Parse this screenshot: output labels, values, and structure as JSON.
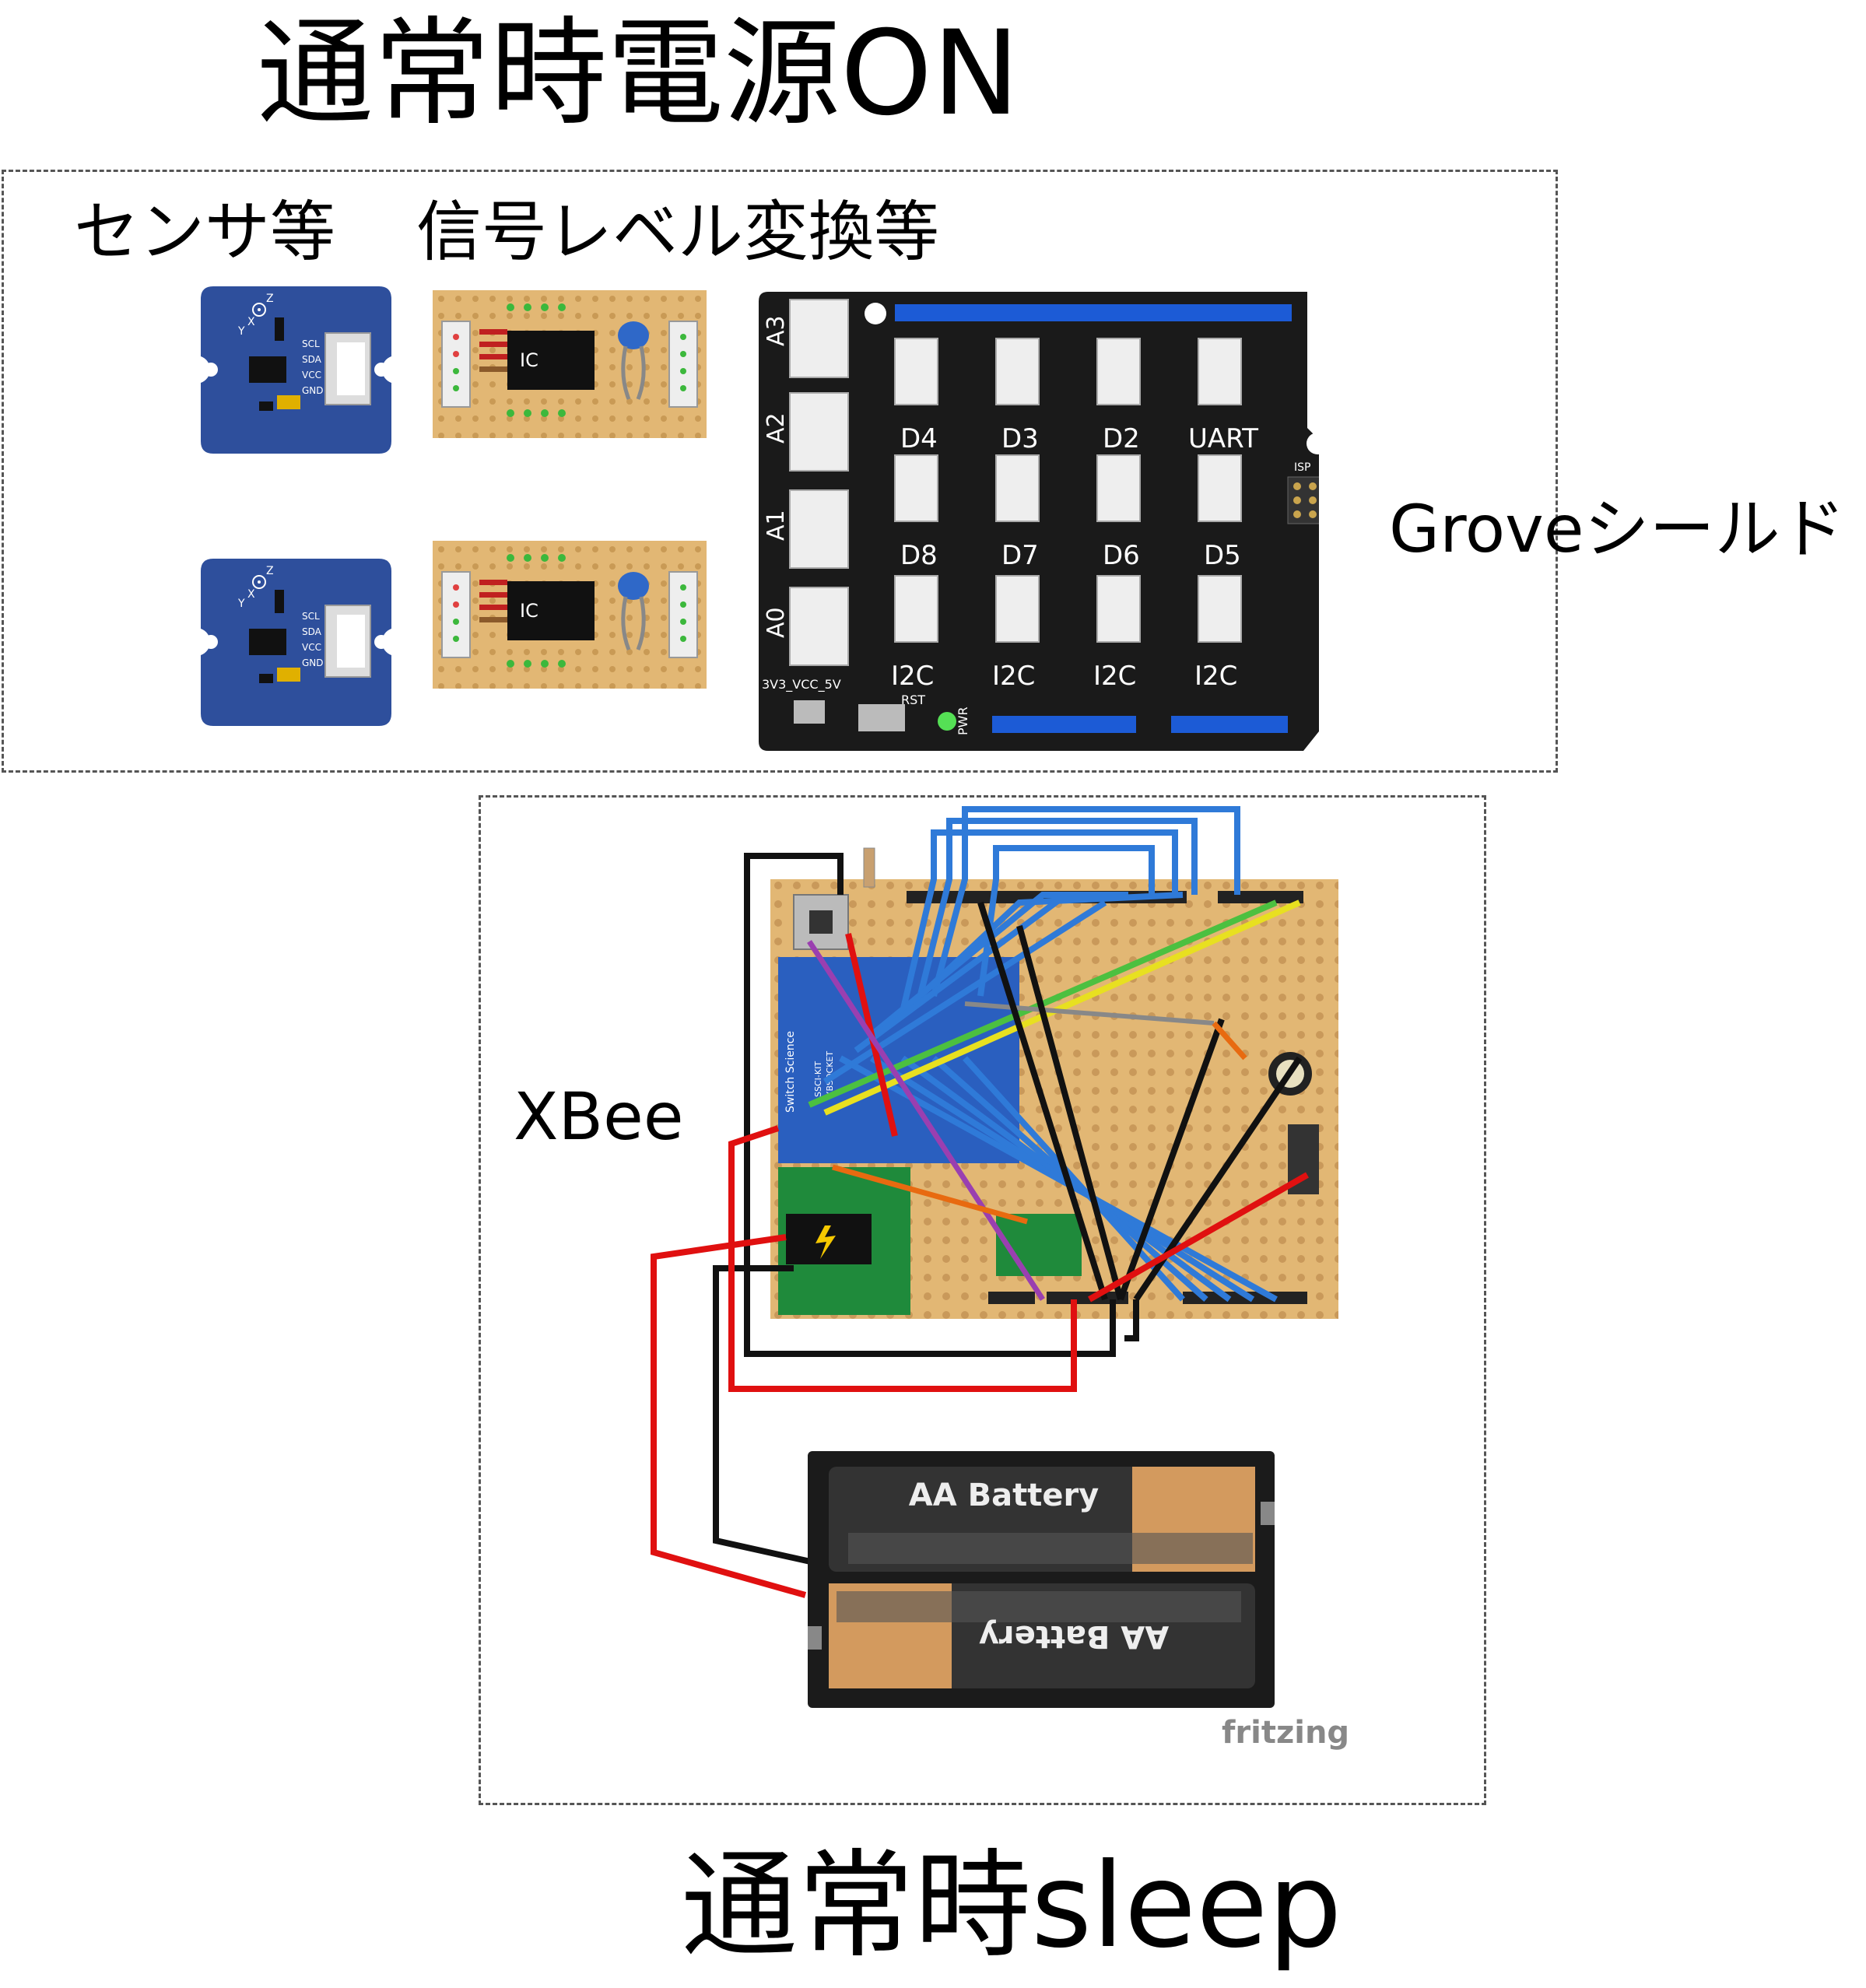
{
  "titles": {
    "top": "通常時電源ON",
    "bottom": "通常時sleep"
  },
  "labels": {
    "sensor": "センサ等",
    "level_shift": "信号レベル変換等",
    "grove_shield": "Groveシールド",
    "xbee": "XBee"
  },
  "sensor_module": {
    "pins": [
      "SCL",
      "SDA",
      "VCC",
      "GND"
    ],
    "axes": [
      "X",
      "Y",
      "Z"
    ]
  },
  "level_board": {
    "chip_label": "IC"
  },
  "grove": {
    "analog_ports": [
      "A3",
      "A2",
      "A1",
      "A0"
    ],
    "row1": [
      "D4",
      "D3",
      "D2",
      "UART"
    ],
    "row2": [
      "D8",
      "D7",
      "D6",
      "D5"
    ],
    "row3": [
      "I2C",
      "I2C",
      "I2C",
      "I2C"
    ],
    "isp": "ISP",
    "rst": "RST",
    "pwr": "PWR",
    "voltage": "3V3_VCC_5V"
  },
  "xbee_socket": {
    "brand": "Switch Science",
    "line1": "SSCI-KIT",
    "line2": "XBSOCKET"
  },
  "battery": {
    "cell1": "AA Battery",
    "cell2": "AA Battery"
  },
  "watermark": "fritzing",
  "colors": {
    "sensor_board": "#2e4f9c",
    "proto_board": "#e2b774",
    "shield_black": "#1a1a1a",
    "header_blue": "#1c5bd6",
    "xbee_blue": "#2a5fbf",
    "wire_blue": "#2f7ad8",
    "wire_red": "#e01010",
    "wire_black": "#111111",
    "battery_copper": "#d39a5e"
  }
}
